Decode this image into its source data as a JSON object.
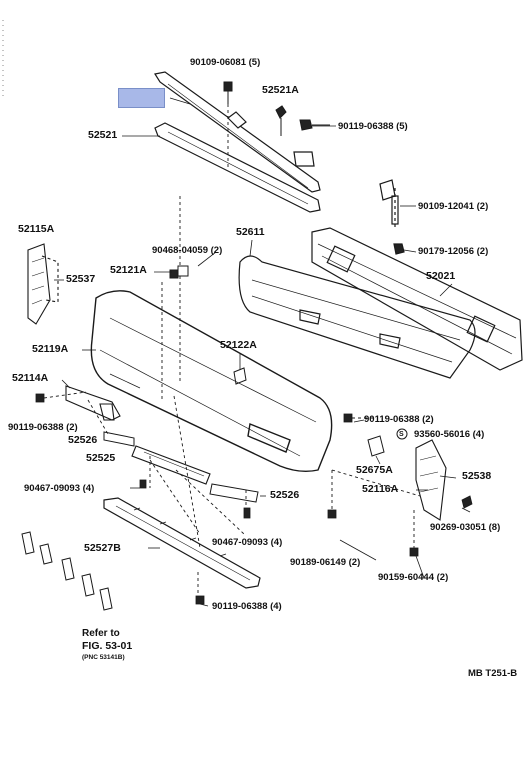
{
  "diagram": {
    "highlight_color": "#a8b8e8",
    "line_color": "#1a1a1a",
    "labels": [
      {
        "id": "p1",
        "text": "90109-06081 (5)"
      },
      {
        "id": "p2",
        "text": "52521A"
      },
      {
        "id": "p3",
        "text": "90119-06388 (5)"
      },
      {
        "id": "p4",
        "text": "52521"
      },
      {
        "id": "p5",
        "text": "90109-12041 (2)"
      },
      {
        "id": "p6",
        "text": "90179-12056 (2)"
      },
      {
        "id": "p7",
        "text": "52115A"
      },
      {
        "id": "p8",
        "text": "52611"
      },
      {
        "id": "p9",
        "text": "90468-04059 (2)"
      },
      {
        "id": "p10",
        "text": "52537"
      },
      {
        "id": "p11",
        "text": "52121A"
      },
      {
        "id": "p12",
        "text": "52021"
      },
      {
        "id": "p13",
        "text": "52119A"
      },
      {
        "id": "p14",
        "text": "52122A"
      },
      {
        "id": "p15",
        "text": "52114A"
      },
      {
        "id": "p16",
        "text": "90119-06388 (2)"
      },
      {
        "id": "p17",
        "text": "90119-06388 (2)"
      },
      {
        "id": "p18",
        "text": "93560-56016 (4)"
      },
      {
        "id": "p19",
        "text": "52526"
      },
      {
        "id": "p20",
        "text": "52525"
      },
      {
        "id": "p21",
        "text": "52675A"
      },
      {
        "id": "p22",
        "text": "52538"
      },
      {
        "id": "p23",
        "text": "90467-09093 (4)"
      },
      {
        "id": "p24",
        "text": "52116A"
      },
      {
        "id": "p25",
        "text": "52526"
      },
      {
        "id": "p26",
        "text": "90269-03051 (8)"
      },
      {
        "id": "p27",
        "text": "90467-09093 (4)"
      },
      {
        "id": "p28",
        "text": "52527B"
      },
      {
        "id": "p29",
        "text": "90189-06149 (2)"
      },
      {
        "id": "p30",
        "text": "90159-60444 (2)"
      },
      {
        "id": "p31",
        "text": "90119-06388 (4)"
      }
    ],
    "refer": {
      "line1": "Refer to",
      "line2": "FIG. 53-01",
      "line3": "(PNC 53141B)"
    },
    "figure_code": "MB T251-B",
    "circle_s": "S"
  }
}
